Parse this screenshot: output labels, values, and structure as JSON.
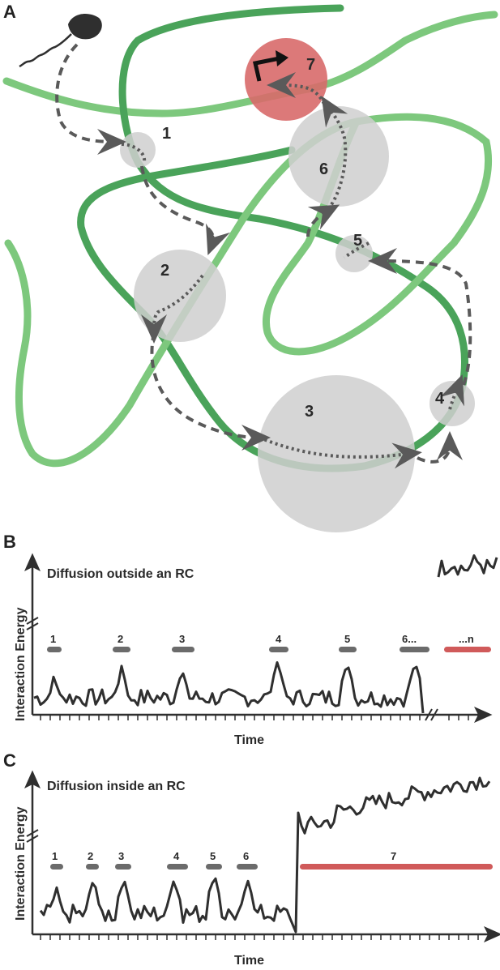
{
  "panelA": {
    "panel_label": "A",
    "sites": [
      "1",
      "2",
      "3",
      "4",
      "5",
      "6",
      "7"
    ],
    "colors": {
      "fiber_light": "#7dc87d",
      "fiber_dark": "#4aa35a",
      "site": "#cfcfcf",
      "reaction_center": "#d86a6a",
      "path": "#5a5a5a"
    }
  },
  "panelB": {
    "panel_label": "B",
    "title": "Diffusion outside an RC",
    "ylabel": "Interaction Energy",
    "xlabel": "Time",
    "events": [
      "1",
      "2",
      "3",
      "4",
      "5",
      "6...",
      "...n"
    ],
    "colors": {
      "event": "#6b6b6b",
      "final_event": "#d05a5a",
      "trace": "#2f2f2f"
    }
  },
  "panelC": {
    "panel_label": "C",
    "title": "Diffusion inside an RC",
    "ylabel": "Interaction Energy",
    "xlabel": "Time",
    "events": [
      "1",
      "2",
      "3",
      "4",
      "5",
      "6",
      "7"
    ],
    "colors": {
      "event": "#6b6b6b",
      "final_event": "#d05a5a",
      "trace": "#2f2f2f"
    }
  }
}
